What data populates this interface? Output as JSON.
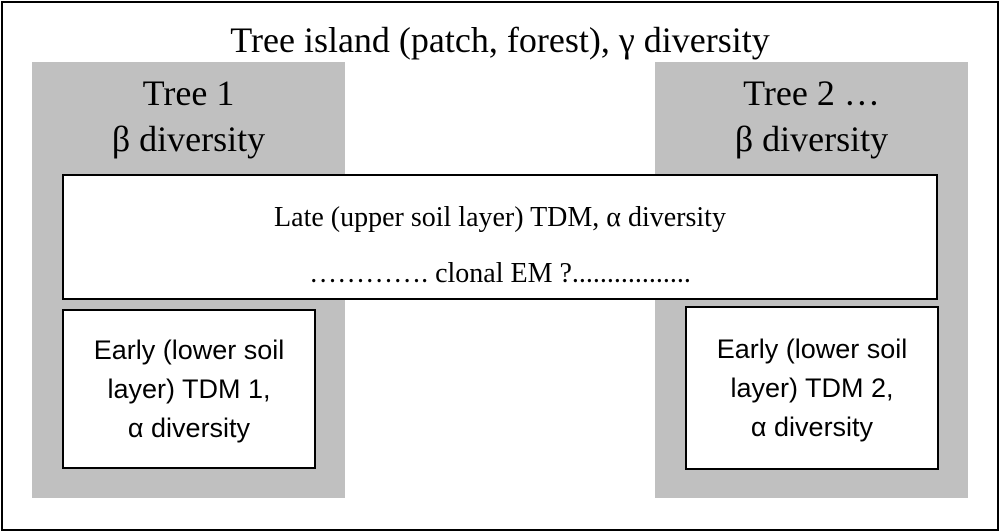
{
  "diagram": {
    "title": "Tree island (patch, forest), γ diversity",
    "tree1": {
      "name": "Tree 1",
      "diversity": "β diversity"
    },
    "tree2": {
      "name": "Tree 2 …",
      "diversity": "β diversity"
    },
    "late_layer": {
      "line1": "Late (upper soil layer) TDM, α diversity",
      "line2": "…………. clonal EM ?................."
    },
    "early1": {
      "line1": "Early (lower soil",
      "line2": "layer) TDM 1,",
      "line3": "α diversity"
    },
    "early2": {
      "line1": "Early (lower soil",
      "line2": "layer) TDM 2,",
      "line3": "α diversity"
    },
    "colors": {
      "panel": "#c0c0c0",
      "border": "#000000",
      "box_fill": "#ffffff"
    }
  }
}
